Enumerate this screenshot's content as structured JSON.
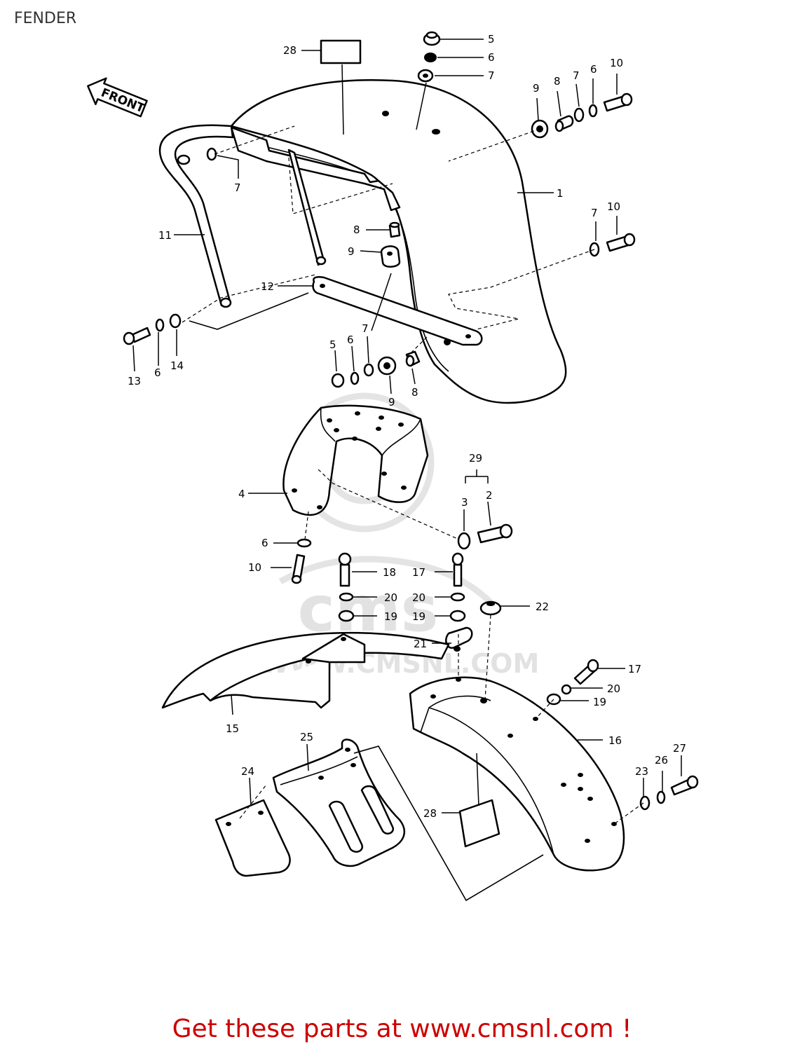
{
  "title": "FENDER",
  "front_label": "FRONT",
  "watermark": "WWW.CMSNL.COM",
  "footer": "Get these parts at www.cmsnl.com !",
  "callouts": {
    "c1": "1",
    "c2": "2",
    "c3": "3",
    "c4": "4",
    "c5a": "5",
    "c5b": "5",
    "c6a": "6",
    "c6b": "6",
    "c6c": "6",
    "c6d": "6",
    "c6e": "6",
    "c7a": "7",
    "c7b": "7",
    "c7c": "7",
    "c7d": "7",
    "c7e": "7",
    "c8a": "8",
    "c8b": "8",
    "c8c": "8",
    "c9a": "9",
    "c9b": "9",
    "c9c": "9",
    "c10a": "10",
    "c10b": "10",
    "c10c": "10",
    "c11": "11",
    "c12": "12",
    "c13": "13",
    "c14": "14",
    "c15": "15",
    "c16": "16",
    "c17a": "17",
    "c17b": "17",
    "c18": "18",
    "c19a": "19",
    "c19b": "19",
    "c19c": "19",
    "c20a": "20",
    "c20b": "20",
    "c20c": "20",
    "c21": "21",
    "c22": "22",
    "c23": "23",
    "c24": "24",
    "c25": "25",
    "c26": "26",
    "c27": "27",
    "c28a": "28",
    "c28b": "28",
    "c29": "29"
  }
}
